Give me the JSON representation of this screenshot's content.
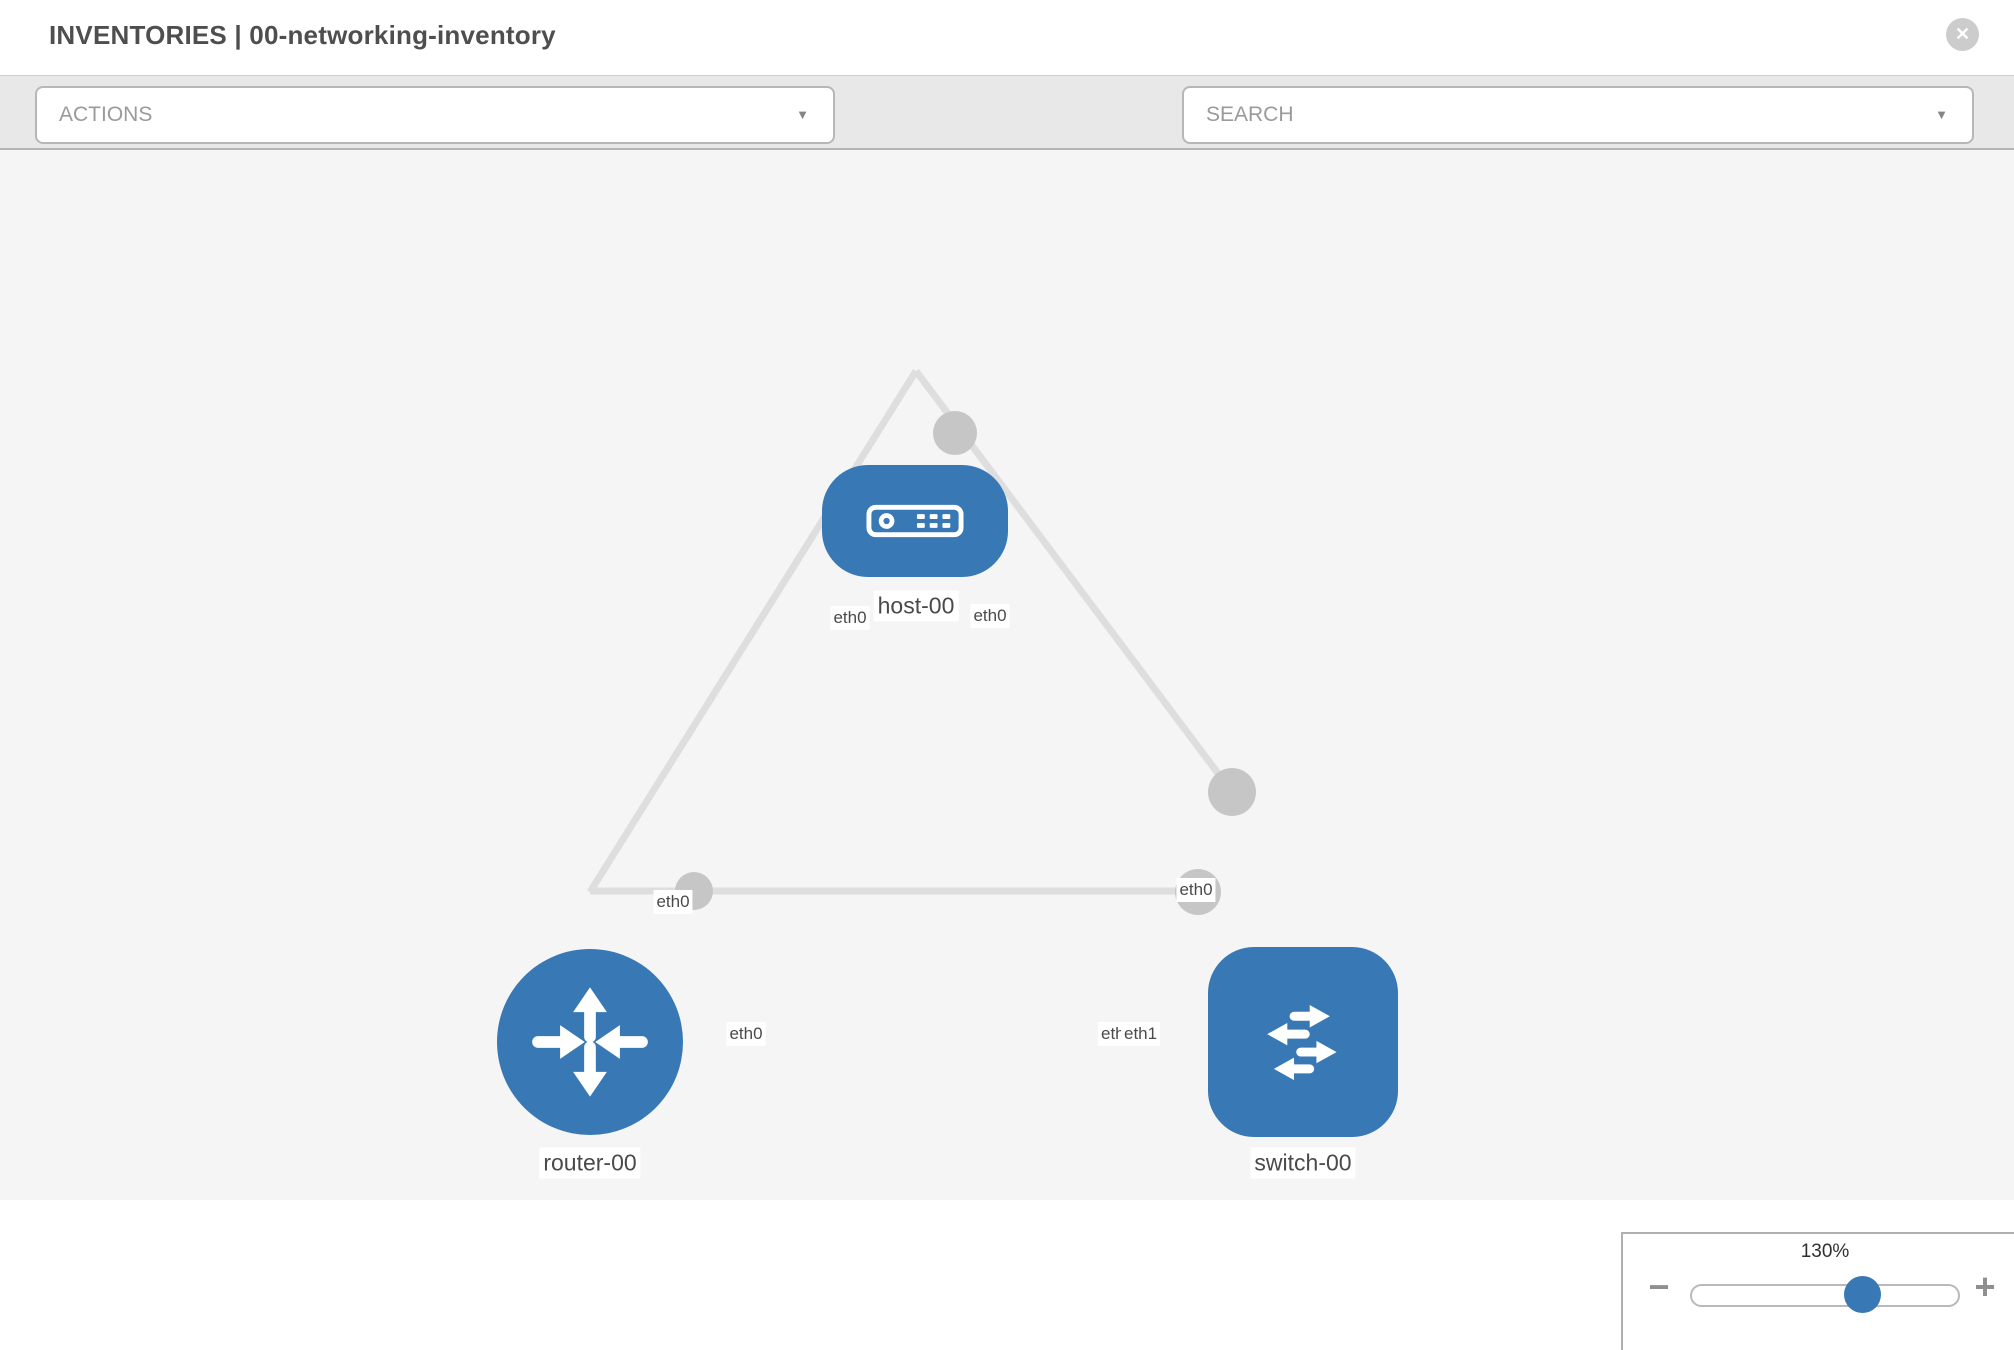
{
  "header": {
    "title": "INVENTORIES | 00-networking-inventory",
    "close_glyph": "✕"
  },
  "toolbar": {
    "actions_label": "ACTIONS",
    "search_placeholder": "SEARCH",
    "caret_glyph": "▼",
    "icons": [
      "wrench-icon",
      "key-icon"
    ]
  },
  "topology": {
    "nodes": [
      {
        "label": "host-00",
        "type": "host",
        "icon": "host-device-icon"
      },
      {
        "label": "router-00",
        "type": "router",
        "icon": "router-arrows-icon"
      },
      {
        "label": "switch-00",
        "type": "switch",
        "icon": "switch-arrows-icon"
      }
    ],
    "links": [
      {
        "from": "host-00",
        "to": "router-00"
      },
      {
        "from": "host-00",
        "to": "switch-00"
      },
      {
        "from": "router-00",
        "to": "switch-00"
      }
    ],
    "interface_labels": {
      "host_router_host_end": "eth0",
      "host_router_router_end": "eth0",
      "host_switch_host_end": "eth0",
      "host_switch_switch_end": "eth0",
      "router_switch_router_end": "eth0",
      "router_switch_switch_end_under": "eth0",
      "router_switch_switch_end_over": "eth1"
    }
  },
  "zoom_control": {
    "level": "130%",
    "minus_glyph": "−",
    "plus_glyph": "+"
  },
  "colors": {
    "node_blue": "#3778b5",
    "link_gray": "#dedede",
    "interface_gray": "#c6c6c6",
    "toolbar_bg": "#e8e8e8",
    "canvas_bg": "#f5f5f5"
  }
}
